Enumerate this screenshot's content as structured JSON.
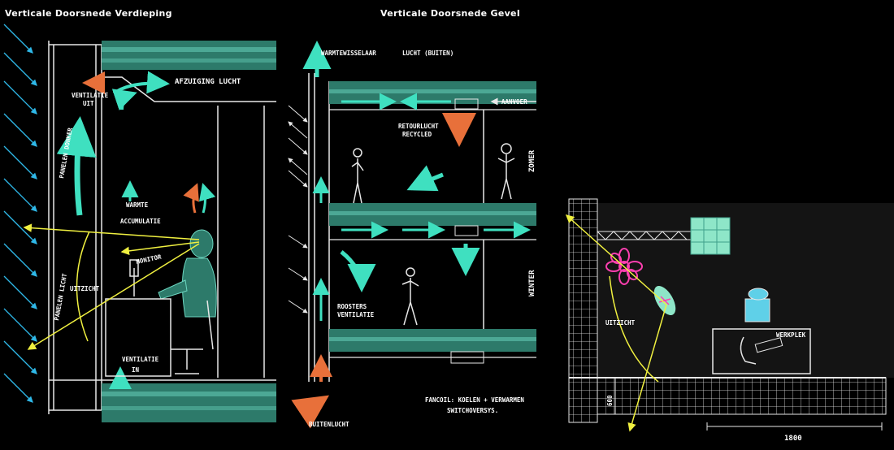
{
  "titles": {
    "left": "Verticale Doorsnede Verdieping",
    "middle": "Verticale Doorsnede Gevel"
  },
  "left_labels": {
    "afzuiging": "AFZUIGING LUCHT",
    "ventilatie_uit_1": "VENTILATIE",
    "ventilatie_uit_2": "UIT",
    "panelen": "PANELEN DONKER",
    "warmte_1": "WARMTE",
    "warmte_2": "ACCUMULATIE",
    "monitor": "MONITOR",
    "uitzicht": "UITZICHT",
    "panelen_licht": "PANELEN LICHT",
    "ventilatie_in_1": "VENTILATIE",
    "ventilatie_in_2": "IN"
  },
  "middle_labels": {
    "warmtewisselaar": "WARMTEWISSELAAR",
    "lucht_buiten": "LUCHT (BUITEN)",
    "aanvoer": "AANVOER",
    "retourlucht_1": "RETOURLUCHT",
    "retourlucht_2": "RECYCLED",
    "zomer": "ZOMER",
    "winter": "WINTER",
    "roosters_1": "ROOSTERS",
    "roosters_2": "VENTILATIE",
    "fancoil_1": "FANCOIL: KOELEN + VERWARMEN",
    "fancoil_2": "SWITCHOVERSYS.",
    "buitenlucht": "BUITENLUCHT"
  },
  "right_labels": {
    "uitzicht": "UITZICHT",
    "werkplek": "WERKPLEK",
    "dim_height": "600",
    "dim_width": "1800"
  },
  "colors": {
    "teal": "#3fe0c0",
    "slab": "#2d7a6a",
    "orange": "#e8703a",
    "yellow": "#f0f040",
    "blue": "#2fb8e8",
    "pink": "#ff3fb0",
    "line": "#e8e8e8"
  }
}
